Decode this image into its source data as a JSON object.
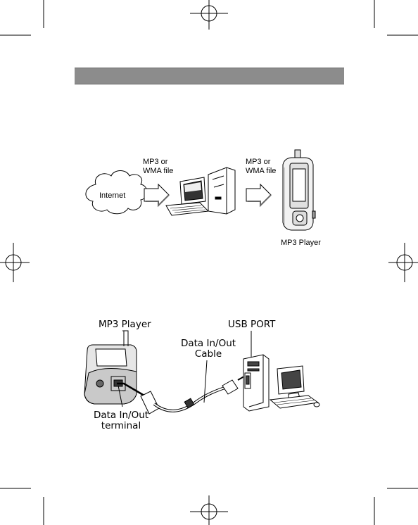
{
  "diagram1": {
    "cloud_label": "Internet",
    "file_label_1_line1": "MP3 or",
    "file_label_1_line2": "WMA file",
    "file_label_2_line1": "MP3 or",
    "file_label_2_line2": "WMA file",
    "player_label": "MP3 Player"
  },
  "diagram2": {
    "player_label": "MP3 Player",
    "usb_label": "USB PORT",
    "cable_label_line1": "Data In/Out",
    "cable_label_line2": "Cable",
    "terminal_label_line1": "Data In/Out",
    "terminal_label_line2": "terminal"
  }
}
